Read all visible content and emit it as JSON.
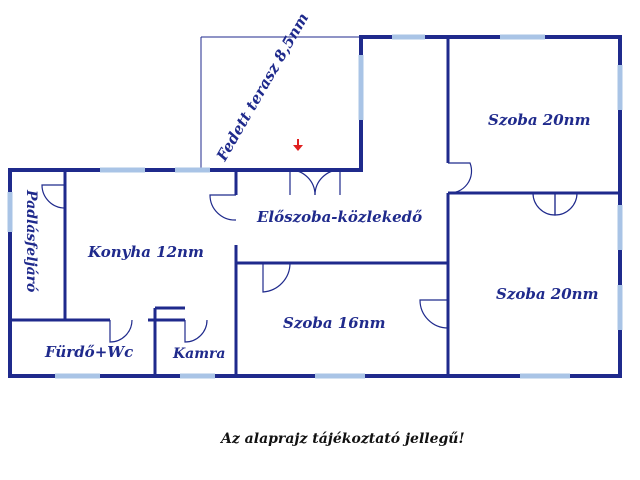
{
  "floorplan": {
    "rooms": {
      "terrace": "Fedett terasz 8,5nm",
      "room_top_right": "Szoba 20nm",
      "hallway": "Előszoba-közlekedő",
      "attic_stairs": "Padlásfeljáró",
      "kitchen": "Konyha 12nm",
      "room_bottom_right": "Szoba 20nm",
      "room_middle": "Szoba 16nm",
      "bathroom": "Fürdő+Wc",
      "pantry": "Kamra"
    },
    "note": "Az alaprajz tájékoztató jellegű!",
    "colors": {
      "walls": "#1f2a8c",
      "windows": "#a9c4e6",
      "entrance_marker": "#e02020"
    }
  }
}
